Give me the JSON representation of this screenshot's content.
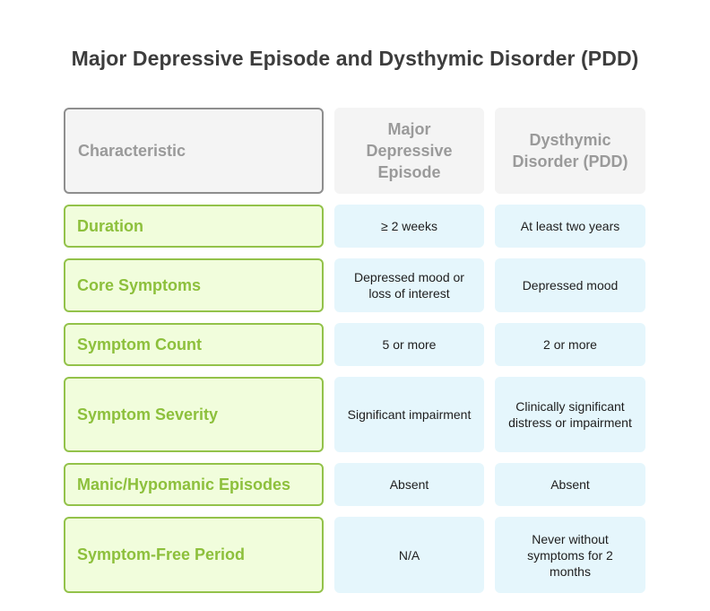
{
  "title": "Major Depressive Episode and Dysthymic Disorder (PDD)",
  "table": {
    "headers": [
      "Characteristic",
      "Major Depressive Episode",
      "Dysthymic Disorder (PDD)"
    ],
    "rows": [
      {
        "label": "Duration",
        "mde": "≥ 2 weeks",
        "pdd": "At least two years"
      },
      {
        "label": "Core Symptoms",
        "mde": "Depressed mood or loss of interest",
        "pdd": "Depressed mood"
      },
      {
        "label": "Symptom Count",
        "mde": "5 or more",
        "pdd": "2 or more"
      },
      {
        "label": "Symptom Severity",
        "mde": "Significant impairment",
        "pdd": "Clinically significant distress or impairment"
      },
      {
        "label": "Manic/Hypomanic Episodes",
        "mde": "Absent",
        "pdd": "Absent"
      },
      {
        "label": "Symptom-Free Period",
        "mde": "N/A",
        "pdd": "Never without symptoms for 2 months"
      }
    ]
  },
  "colors": {
    "header_bg": "#f4f4f4",
    "header_text": "#9a9a9a",
    "label_bg": "#f1fddc",
    "label_border": "#93c24a",
    "label_text": "#8dc03c",
    "value_bg": "#e5f6fc",
    "value_text": "#1e1e1e"
  }
}
